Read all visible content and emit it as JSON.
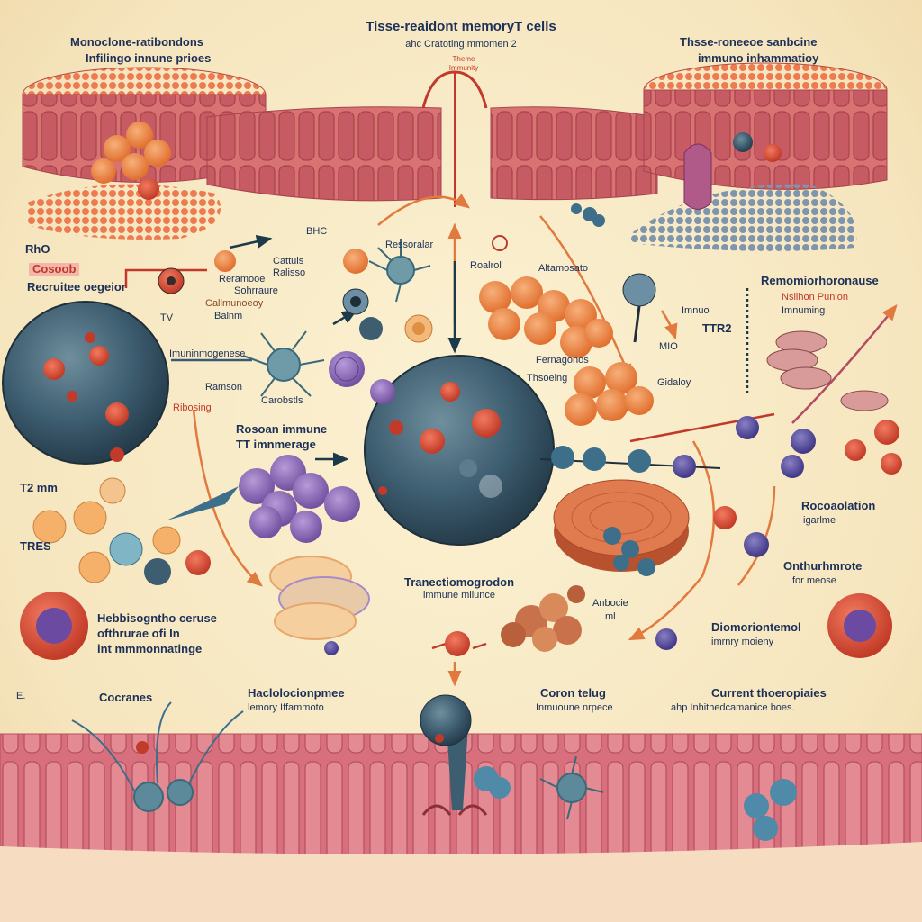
{
  "labels": {
    "title_main": "Tisse-reaidont memoryT cells",
    "title_sub": "ahc Cratoting mmomen 2",
    "title_tag_1": "Theme",
    "title_tag_2": "Immunity",
    "top_left_1": "Monoclone-ratibondons",
    "top_left_2": "Infilingo innune prioes",
    "top_right_1": "Thsse-roneeoe sanbcine",
    "top_right_2": "immuno inhammatioy",
    "rho": "RhO",
    "cosmos": "Cosoob",
    "recruite": "Recruitee oegeior",
    "bhc": "BHC",
    "ressorale": "Ressoralar",
    "roalrol": "Roalrol",
    "altamosato": "Altamosato",
    "remonno_1": "Reramooe",
    "remonno_2": "Sohrraure",
    "canceso_1": "Cattuis",
    "canceso_2": "Ralisso",
    "gallium_1": "Callmunoeoy",
    "gallium_2": "Balnm",
    "tv": "TV",
    "immunogene": "Imuninmogenese",
    "ramson": "Ramson",
    "carobstle": "Carobstls",
    "ribosing": "Ribosing",
    "ressonn_1": "Rosoan immune",
    "ressonn_2": "TT imnmerage",
    "ferangons": "Fernagonos",
    "thoeing": "Thsoeing",
    "gidaloy": "Gidaloy",
    "immuno_tr": "Imnuo",
    "tr2": "TTR2",
    "mio": "MIO",
    "right_mid_1": "Remomiorhoronause",
    "right_mid_2": "Nslihon Punlon",
    "right_mid_3": "Imnuming",
    "t2": "T2 mm",
    "tres": "TRES",
    "trans_1": "Tranectiomogrodon",
    "trans_2": "immune milunce",
    "rocca_1": "Rocoaolation",
    "rocca_2": "igarlme",
    "onth_1": "Onthurhmrote",
    "onth_2": "for meose",
    "hep_1": "Hebbisogntho ceruse",
    "hep_2": "ofthrurae ofi In",
    "hep_3": "int mmmonnatinge",
    "anbocine_1": "Anbocie",
    "anbocine_2": "ml",
    "diomo_1": "Diomoriontemol",
    "diomo_2": "imrnry moieny",
    "e_label": "E.",
    "cocranes": "Cocranes",
    "halo_1": "Haclolocionpmee",
    "halo_2": "lemory Iffammoto",
    "cor_1": "Coron telug",
    "cor_2": "Inmuoune nrpece",
    "current_1": "Current thoeropiaies",
    "current_2": "ahp Inhithedcamanice boes."
  },
  "colors": {
    "background": "#f8ecc8",
    "epithelium": "#d86a6a",
    "label": "#1c2f57",
    "accent_red": "#c0392b",
    "arrow_orange": "#e27a3f",
    "cell_blue": "#3f6274",
    "cell_purple": "#7c5aa6",
    "cell_orange": "#e9843a"
  }
}
